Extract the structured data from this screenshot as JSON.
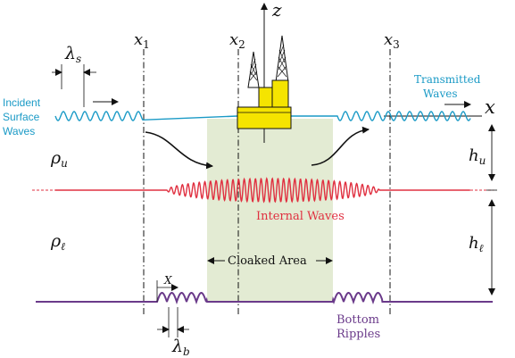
{
  "labels": {
    "x1": "x",
    "x1_sub": "1",
    "x2": "x",
    "x2_sub": "2",
    "x3": "x",
    "x3_sub": "3",
    "z": "z",
    "x": "x",
    "lambda_s": "λ",
    "lambda_s_sub": "s",
    "lambda_b": "λ",
    "lambda_b_sub": "b",
    "incident_line1": "Incident",
    "incident_line2": "Surface",
    "incident_line3": "Waves",
    "transmitted_line1": "Transmitted",
    "transmitted_line2": "Waves",
    "rho_u": "ρ",
    "rho_u_sub": "u",
    "rho_l": "ρ",
    "rho_l_sub": "ℓ",
    "h_u": "h",
    "h_u_sub": "u",
    "h_l": "h",
    "h_l_sub": "ℓ",
    "internal_waves": "Internal Waves",
    "cloaked_area": "Cloaked Area",
    "X": "X",
    "bottom_line1": "Bottom",
    "bottom_line2": "Ripples"
  },
  "colors": {
    "surface": "#1a9ac6",
    "internal": "#e03040",
    "bottom": "#6a3a8a",
    "cloak": "#e3ebd3",
    "platform": "#f5e400",
    "ink": "#111111"
  }
}
